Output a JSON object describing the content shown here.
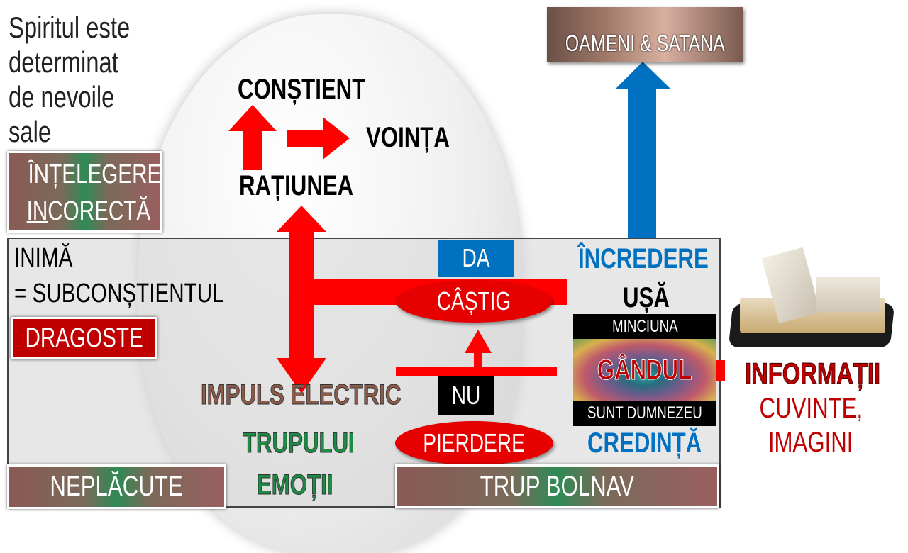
{
  "intro_lines": [
    "Spiritul este",
    "determinat",
    "de nevoile",
    "sale"
  ],
  "understanding": {
    "line1": "ÎNȚELEGERE",
    "line2_underlined": "IN",
    "line2_rest": "CORECTĂ"
  },
  "mind": {
    "conscious": "CONȘTIENT",
    "will": "VOINȚA",
    "reason": "RAȚIUNEA"
  },
  "heart": {
    "title": "INIMĂ",
    "subtitle": "= SUBCONȘTIENTUL",
    "love": "DRAGOSTE"
  },
  "decision": {
    "yes": "DA",
    "gain": "CÂȘTIG",
    "no": "NU",
    "loss": "PIERDERE"
  },
  "door": {
    "trust": "ÎNCREDERE",
    "door": "UȘĂ",
    "lie": "MINCIUNA",
    "thought": "GÂNDUL",
    "lie_text": "SUNT DUMNEZEU",
    "faith": "CREDINȚĂ"
  },
  "body": {
    "impulse": "IMPULS ELECTRIC",
    "body_of": "TRUPULUI",
    "emotions": "EMOȚII",
    "unpleasant": "NEPLĂCUTE",
    "sick_body": "TRUP BOLNAV"
  },
  "external": {
    "people": "OAMENI & SATANA",
    "information": "INFORMAȚII",
    "words": "CUVINTE,",
    "images": "IMAGINI"
  },
  "colors": {
    "red": "#ff0000",
    "blue": "#0070c0",
    "green": "#1e8c45",
    "brown": "#8b5a48",
    "dark_red": "#c00000"
  }
}
